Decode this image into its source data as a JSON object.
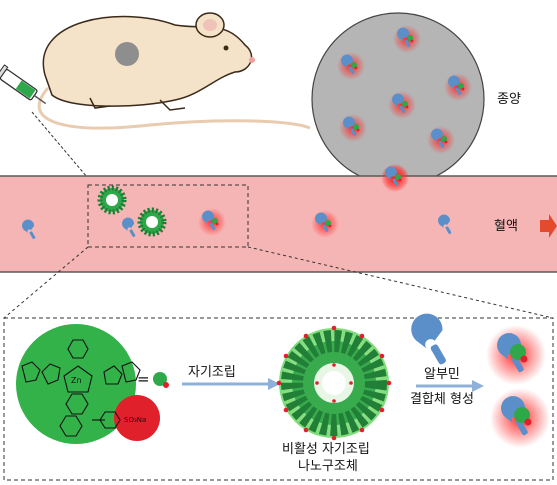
{
  "labels": {
    "tumor": "종양",
    "blood_vessel": "혈액",
    "self_assembly": "자기조립",
    "albumin": "알부민",
    "complex_formation": "결합체 형성",
    "inactive_line1": "비활성 자기조립",
    "inactive_line2": "나노구조체",
    "zn": "Zn",
    "so3na": "SO₃Na",
    "equals": "="
  },
  "icons": [
    "mouse-icon",
    "syringe-icon",
    "tumor-icon",
    "albumin-icon",
    "nanostructure-icon",
    "molecule-icon"
  ],
  "colors": {
    "vessel": "#f6b5b5",
    "vessel_border": "#5a5a5a",
    "tumor": "#b5b5b5",
    "molecule_green": "#34b24a",
    "sulfonate_red": "#e0202a",
    "albumin_blue": "#5b8fc9",
    "arrow_blue": "#8fb0d8",
    "flow_arrow": "#e34a2e",
    "glow": "#ff2a2a"
  }
}
